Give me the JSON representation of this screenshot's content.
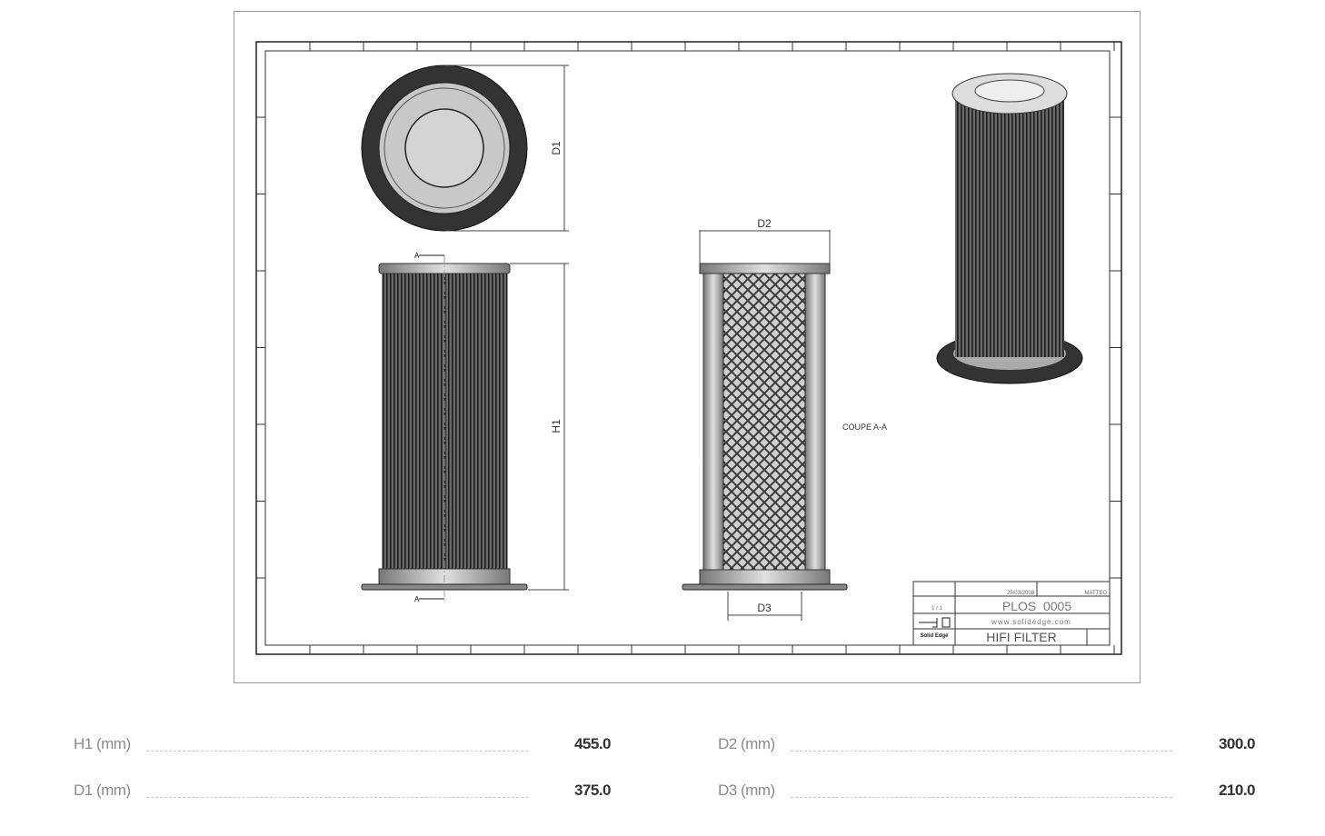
{
  "drawing": {
    "dimension_labels": {
      "d1": "D1",
      "h1": "H1",
      "d2": "D2",
      "d3": "D3",
      "section_mark": "A"
    },
    "section_label": "COUPE A-A",
    "title_block": {
      "date": "25/03/2008",
      "author": "MATTEO",
      "scale": "1 / 1",
      "drawing_number": "PLOS_0005",
      "website": "www.solidedge.com",
      "software": "Solid Edge",
      "title": "HIFI FILTER"
    }
  },
  "specs": [
    {
      "label": "H1 (mm)",
      "value": "455.0"
    },
    {
      "label": "D2 (mm)",
      "value": "300.0"
    },
    {
      "label": "D1 (mm)",
      "value": "375.0"
    },
    {
      "label": "D3 (mm)",
      "value": "210.0"
    }
  ]
}
